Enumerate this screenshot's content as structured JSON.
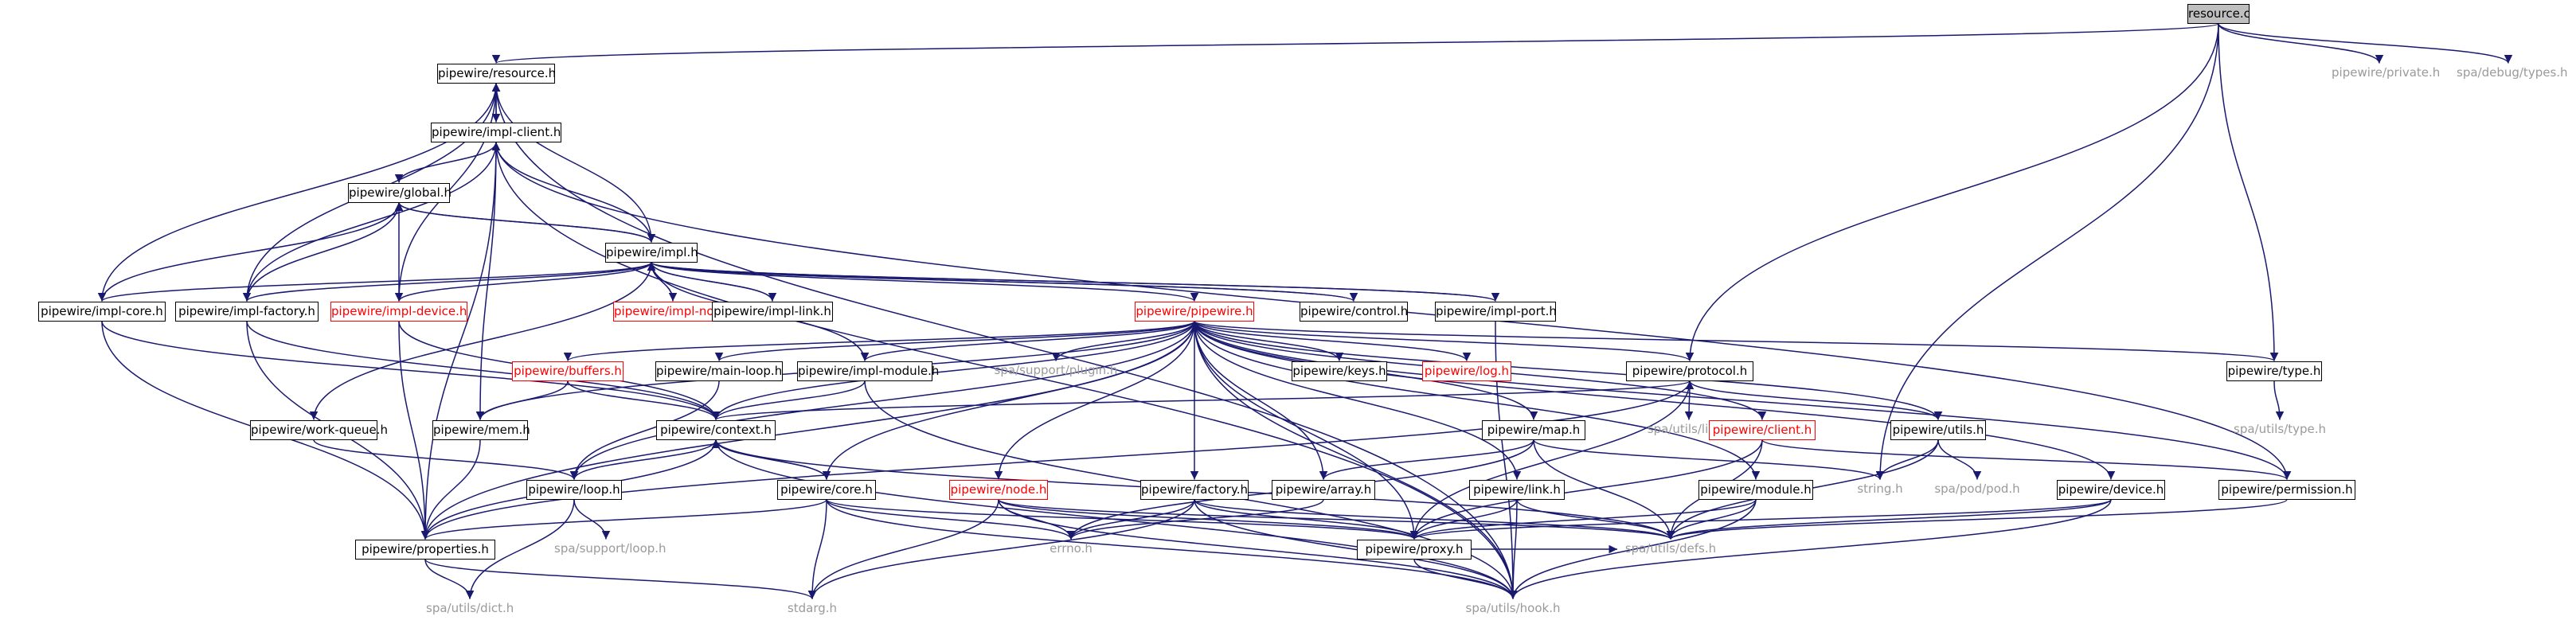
{
  "graph": {
    "edge_color": "#191970",
    "link_border_color": "#000000",
    "missing_doc_border_color": "#ff0000",
    "external_text_color": "#9a9a9a",
    "root_fill_color": "#bfbfbf",
    "nodes": {
      "resource_c": {
        "label": "resource.c",
        "kind": "root"
      },
      "resource_h": {
        "label": "pipewire/resource.h",
        "kind": "link"
      },
      "impl_client": {
        "label": "pipewire/impl-client.h",
        "kind": "link"
      },
      "global": {
        "label": "pipewire/global.h",
        "kind": "link"
      },
      "impl": {
        "label": "pipewire/impl.h",
        "kind": "link"
      },
      "impl_core": {
        "label": "pipewire/impl-core.h",
        "kind": "link"
      },
      "impl_factory": {
        "label": "pipewire/impl-factory.h",
        "kind": "link"
      },
      "impl_device": {
        "label": "pipewire/impl-device.h",
        "kind": "red"
      },
      "impl_node": {
        "label": "pipewire/impl-node.h",
        "kind": "red"
      },
      "impl_link": {
        "label": "pipewire/impl-link.h",
        "kind": "link"
      },
      "pipewire": {
        "label": "pipewire/pipewire.h",
        "kind": "red"
      },
      "control": {
        "label": "pipewire/control.h",
        "kind": "link"
      },
      "impl_port": {
        "label": "pipewire/impl-port.h",
        "kind": "link"
      },
      "private": {
        "label": "pipewire/private.h",
        "kind": "external"
      },
      "debug_types": {
        "label": "spa/debug/types.h",
        "kind": "external"
      },
      "buffers": {
        "label": "pipewire/buffers.h",
        "kind": "red"
      },
      "main_loop": {
        "label": "pipewire/main-loop.h",
        "kind": "link"
      },
      "impl_module": {
        "label": "pipewire/impl-module.h",
        "kind": "link"
      },
      "support_plugin": {
        "label": "spa/support/plugin.h",
        "kind": "external"
      },
      "keys": {
        "label": "pipewire/keys.h",
        "kind": "link"
      },
      "log": {
        "label": "pipewire/log.h",
        "kind": "red"
      },
      "protocol": {
        "label": "pipewire/protocol.h",
        "kind": "link"
      },
      "type_h": {
        "label": "pipewire/type.h",
        "kind": "link"
      },
      "work_queue": {
        "label": "pipewire/work-queue.h",
        "kind": "link"
      },
      "mem": {
        "label": "pipewire/mem.h",
        "kind": "link"
      },
      "context": {
        "label": "pipewire/context.h",
        "kind": "link"
      },
      "map": {
        "label": "pipewire/map.h",
        "kind": "link"
      },
      "list": {
        "label": "spa/utils/list.h",
        "kind": "external"
      },
      "client": {
        "label": "pipewire/client.h",
        "kind": "red"
      },
      "utils": {
        "label": "pipewire/utils.h",
        "kind": "link"
      },
      "utils_type": {
        "label": "spa/utils/type.h",
        "kind": "external"
      },
      "loop": {
        "label": "pipewire/loop.h",
        "kind": "link"
      },
      "core": {
        "label": "pipewire/core.h",
        "kind": "link"
      },
      "node": {
        "label": "pipewire/node.h",
        "kind": "red"
      },
      "factory": {
        "label": "pipewire/factory.h",
        "kind": "link"
      },
      "array": {
        "label": "pipewire/array.h",
        "kind": "link"
      },
      "link": {
        "label": "pipewire/link.h",
        "kind": "link"
      },
      "module": {
        "label": "pipewire/module.h",
        "kind": "link"
      },
      "string": {
        "label": "string.h",
        "kind": "external"
      },
      "pod": {
        "label": "spa/pod/pod.h",
        "kind": "external"
      },
      "device": {
        "label": "pipewire/device.h",
        "kind": "link"
      },
      "permission": {
        "label": "pipewire/permission.h",
        "kind": "link"
      },
      "support_loop": {
        "label": "spa/support/loop.h",
        "kind": "external"
      },
      "properties": {
        "label": "pipewire/properties.h",
        "kind": "link"
      },
      "errno": {
        "label": "errno.h",
        "kind": "external"
      },
      "proxy": {
        "label": "pipewire/proxy.h",
        "kind": "link"
      },
      "defs": {
        "label": "spa/utils/defs.h",
        "kind": "external"
      },
      "dict": {
        "label": "spa/utils/dict.h",
        "kind": "external"
      },
      "stdarg": {
        "label": "stdarg.h",
        "kind": "external"
      },
      "hook": {
        "label": "spa/utils/hook.h",
        "kind": "external"
      }
    },
    "edges": [
      [
        "resource_c",
        "resource_h"
      ],
      [
        "resource_c",
        "private"
      ],
      [
        "resource_c",
        "debug_types"
      ],
      [
        "resource_c",
        "type_h"
      ],
      [
        "resource_c",
        "protocol"
      ],
      [
        "resource_c",
        "string"
      ],
      [
        "resource_h",
        "impl_client"
      ],
      [
        "resource_h",
        "hook"
      ],
      [
        "impl_client",
        "resource_h"
      ],
      [
        "impl_client",
        "global"
      ],
      [
        "impl_client",
        "properties"
      ],
      [
        "impl_client",
        "permission"
      ],
      [
        "impl_client",
        "hook"
      ],
      [
        "impl_client",
        "mem"
      ],
      [
        "global",
        "impl"
      ],
      [
        "impl",
        "global"
      ],
      [
        "impl",
        "impl_client"
      ],
      [
        "impl",
        "resource_h"
      ],
      [
        "impl",
        "impl_core"
      ],
      [
        "impl",
        "impl_factory"
      ],
      [
        "impl",
        "impl_device"
      ],
      [
        "impl",
        "impl_node"
      ],
      [
        "impl",
        "impl_link"
      ],
      [
        "impl",
        "pipewire"
      ],
      [
        "impl",
        "control"
      ],
      [
        "impl",
        "impl_port"
      ],
      [
        "impl",
        "impl_module"
      ],
      [
        "impl",
        "work_queue"
      ],
      [
        "impl_core",
        "resource_h"
      ],
      [
        "impl_core",
        "global"
      ],
      [
        "impl_core",
        "context"
      ],
      [
        "impl_core",
        "properties"
      ],
      [
        "impl_factory",
        "resource_h"
      ],
      [
        "impl_factory",
        "impl_client"
      ],
      [
        "impl_factory",
        "global"
      ],
      [
        "impl_factory",
        "context"
      ],
      [
        "impl_factory",
        "properties"
      ],
      [
        "impl_device",
        "resource_h"
      ],
      [
        "impl_device",
        "global"
      ],
      [
        "impl_device",
        "context"
      ],
      [
        "impl_device",
        "properties"
      ],
      [
        "impl_node",
        "impl"
      ],
      [
        "impl_link",
        "impl"
      ],
      [
        "control",
        "impl"
      ],
      [
        "impl_port",
        "impl"
      ],
      [
        "impl_port",
        "hook"
      ],
      [
        "pipewire",
        "buffers"
      ],
      [
        "pipewire",
        "main_loop"
      ],
      [
        "pipewire",
        "impl_module"
      ],
      [
        "pipewire",
        "support_plugin"
      ],
      [
        "pipewire",
        "keys"
      ],
      [
        "pipewire",
        "log"
      ],
      [
        "pipewire",
        "protocol"
      ],
      [
        "pipewire",
        "type_h"
      ],
      [
        "pipewire",
        "mem"
      ],
      [
        "pipewire",
        "context"
      ],
      [
        "pipewire",
        "map"
      ],
      [
        "pipewire",
        "client"
      ],
      [
        "pipewire",
        "utils"
      ],
      [
        "pipewire",
        "loop"
      ],
      [
        "pipewire",
        "core"
      ],
      [
        "pipewire",
        "node"
      ],
      [
        "pipewire",
        "factory"
      ],
      [
        "pipewire",
        "array"
      ],
      [
        "pipewire",
        "link"
      ],
      [
        "pipewire",
        "module"
      ],
      [
        "pipewire",
        "device"
      ],
      [
        "pipewire",
        "permission"
      ],
      [
        "pipewire",
        "properties"
      ],
      [
        "pipewire",
        "proxy"
      ],
      [
        "pipewire",
        "hook"
      ],
      [
        "buffers",
        "mem"
      ],
      [
        "buffers",
        "context"
      ],
      [
        "main_loop",
        "loop"
      ],
      [
        "impl_module",
        "context"
      ],
      [
        "impl_module",
        "hook"
      ],
      [
        "protocol",
        "context"
      ],
      [
        "protocol",
        "list"
      ],
      [
        "protocol",
        "utils"
      ],
      [
        "protocol",
        "properties"
      ],
      [
        "type_h",
        "utils_type"
      ],
      [
        "work_queue",
        "loop"
      ],
      [
        "mem",
        "properties"
      ],
      [
        "context",
        "core"
      ],
      [
        "context",
        "loop"
      ],
      [
        "context",
        "properties"
      ],
      [
        "context",
        "defs"
      ],
      [
        "context",
        "hook"
      ],
      [
        "map",
        "array"
      ],
      [
        "map",
        "errno"
      ],
      [
        "map",
        "string"
      ],
      [
        "map",
        "defs"
      ],
      [
        "client",
        "proxy"
      ],
      [
        "client",
        "permission"
      ],
      [
        "client",
        "defs"
      ],
      [
        "utils",
        "string"
      ],
      [
        "utils",
        "pod"
      ],
      [
        "utils",
        "defs"
      ],
      [
        "loop",
        "support_loop"
      ],
      [
        "loop",
        "dict"
      ],
      [
        "core",
        "context"
      ],
      [
        "core",
        "properties"
      ],
      [
        "core",
        "proxy"
      ],
      [
        "core",
        "errno"
      ],
      [
        "core",
        "stdarg"
      ],
      [
        "core",
        "hook"
      ],
      [
        "node",
        "proxy"
      ],
      [
        "node",
        "errno"
      ],
      [
        "node",
        "stdarg"
      ],
      [
        "node",
        "hook"
      ],
      [
        "node",
        "defs"
      ],
      [
        "factory",
        "proxy"
      ],
      [
        "factory",
        "errno"
      ],
      [
        "factory",
        "stdarg"
      ],
      [
        "factory",
        "defs"
      ],
      [
        "factory",
        "hook"
      ],
      [
        "array",
        "errno"
      ],
      [
        "link",
        "proxy"
      ],
      [
        "link",
        "defs"
      ],
      [
        "link",
        "hook"
      ],
      [
        "module",
        "proxy"
      ],
      [
        "module",
        "defs"
      ],
      [
        "module",
        "hook"
      ],
      [
        "device",
        "proxy"
      ],
      [
        "device",
        "defs"
      ],
      [
        "device",
        "hook"
      ],
      [
        "permission",
        "defs"
      ],
      [
        "properties",
        "dict"
      ],
      [
        "properties",
        "stdarg"
      ],
      [
        "proxy",
        "protocol"
      ],
      [
        "proxy",
        "defs"
      ],
      [
        "proxy",
        "hook"
      ]
    ]
  }
}
